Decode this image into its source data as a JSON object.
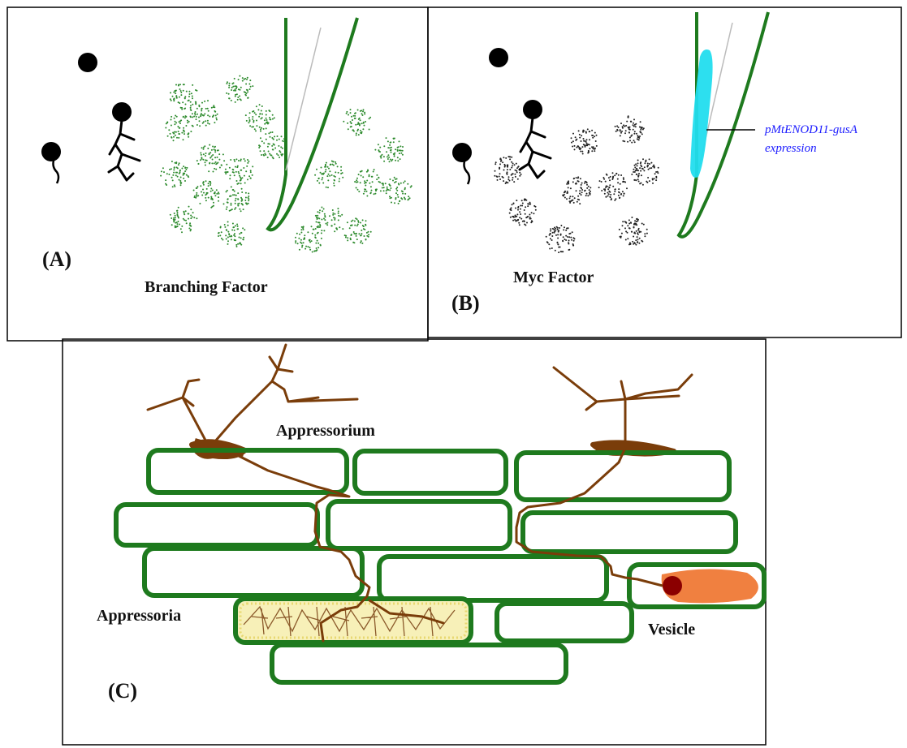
{
  "panel_a": {
    "label": "(A)",
    "caption": "Branching Factor"
  },
  "panel_b": {
    "label": "(B)",
    "caption": "Myc Factor",
    "annotation_line1": "pMtENOD11-gusA",
    "annotation_line2": "expression"
  },
  "panel_c": {
    "label": "(C)",
    "label_appressorium": "Appressorium",
    "label_appressoria": "Appressoria",
    "label_vesicle": "Vesicle"
  },
  "colors": {
    "cell_outline": "#1e7a1e",
    "hypha": "#7a3d0a",
    "vesicle": "#f08040",
    "vesicle_core": "#8b0000",
    "gus_stain": "#22ddee",
    "arbuscule_fill": "#f7f0b8",
    "branching_dots": "#2e8b2e",
    "myc_dots": "#222222",
    "annotation_text": "#1a1aff"
  },
  "icons": [
    "spore-icon",
    "germinating-spore-icon",
    "branched-hypha-icon",
    "root-hair-icon"
  ]
}
